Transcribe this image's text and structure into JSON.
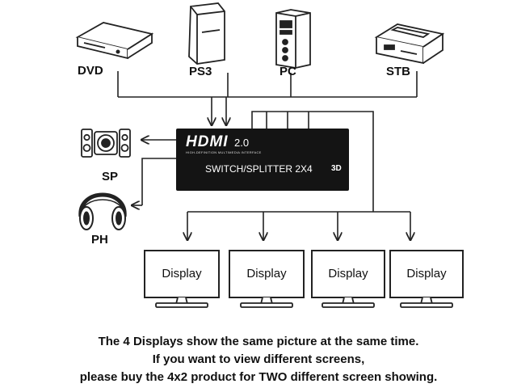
{
  "sources": {
    "dvd": "DVD",
    "ps3": "PS3",
    "pc": "PC",
    "stb": "STB"
  },
  "outputs": {
    "speaker": "SP",
    "headphone": "PH"
  },
  "switch": {
    "logo": "HDMI",
    "logo_tagline": "HIGH-DEFINITION MULTIMEDIA INTERFACE",
    "version": "2.0",
    "title": "SWITCH/SPLITTER 2X4",
    "badge": "3D"
  },
  "displays": [
    "Display",
    "Display",
    "Display",
    "Display"
  ],
  "notes": [
    "The 4 Displays show the same picture at the same time.",
    "If you want to view different screens,",
    "please buy the 4x2 product for TWO different screen showing."
  ],
  "colors": {
    "line": "#222222",
    "box": "#141414",
    "text": "#111111"
  }
}
